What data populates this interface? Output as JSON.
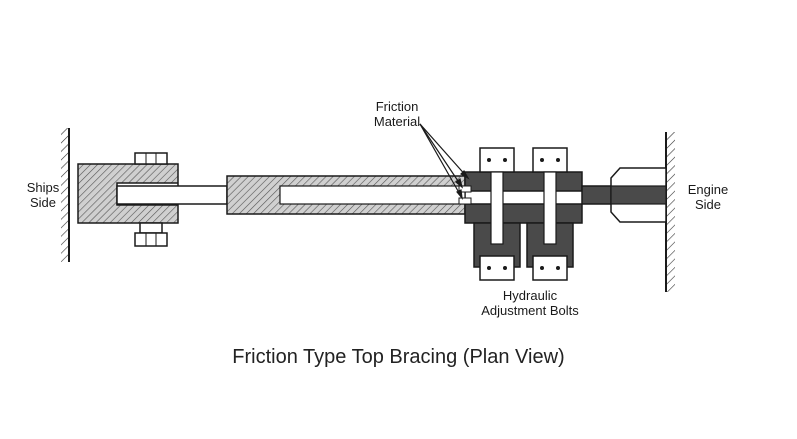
{
  "labels": {
    "ships_side": [
      "Ships",
      "Side"
    ],
    "engine_side": [
      "Engine",
      "Side"
    ],
    "friction_material": [
      "Friction",
      "Material"
    ],
    "hydraulic_bolts": [
      "Hydraulic",
      "Adjustment Bolts"
    ]
  },
  "caption": "Friction Type Top Bracing (Plan View)",
  "colors": {
    "line": "#1a1a1a",
    "hatch_fill": "#bdbdbd",
    "dark_fill": "#4a4a4a",
    "light_fill": "#ffffff"
  }
}
